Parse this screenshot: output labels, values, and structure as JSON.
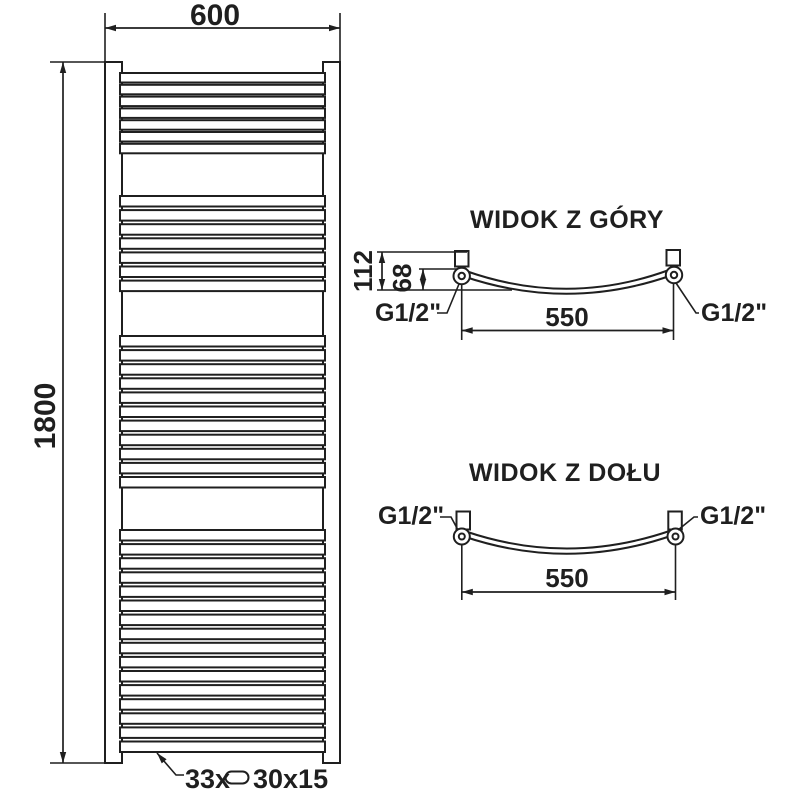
{
  "drawing": {
    "background": "#ffffff",
    "line_color": "#1f1f1f"
  },
  "front_view": {
    "width_dim": "600",
    "height_dim": "1800",
    "tube_label": {
      "count": "33x",
      "size": "30x15"
    },
    "tube_groups": [
      7,
      7,
      11,
      16
    ]
  },
  "top_view": {
    "title": "WIDOK Z GÓRY",
    "offset_dim": "112",
    "depth_dim": "68",
    "spacing_dim": "550",
    "left_thread": "G1/2\"",
    "right_thread": "G1/2\""
  },
  "bottom_view": {
    "title": "WIDOK Z DOŁU",
    "spacing_dim": "550",
    "left_thread": "G1/2\"",
    "right_thread": "G1/2\""
  }
}
